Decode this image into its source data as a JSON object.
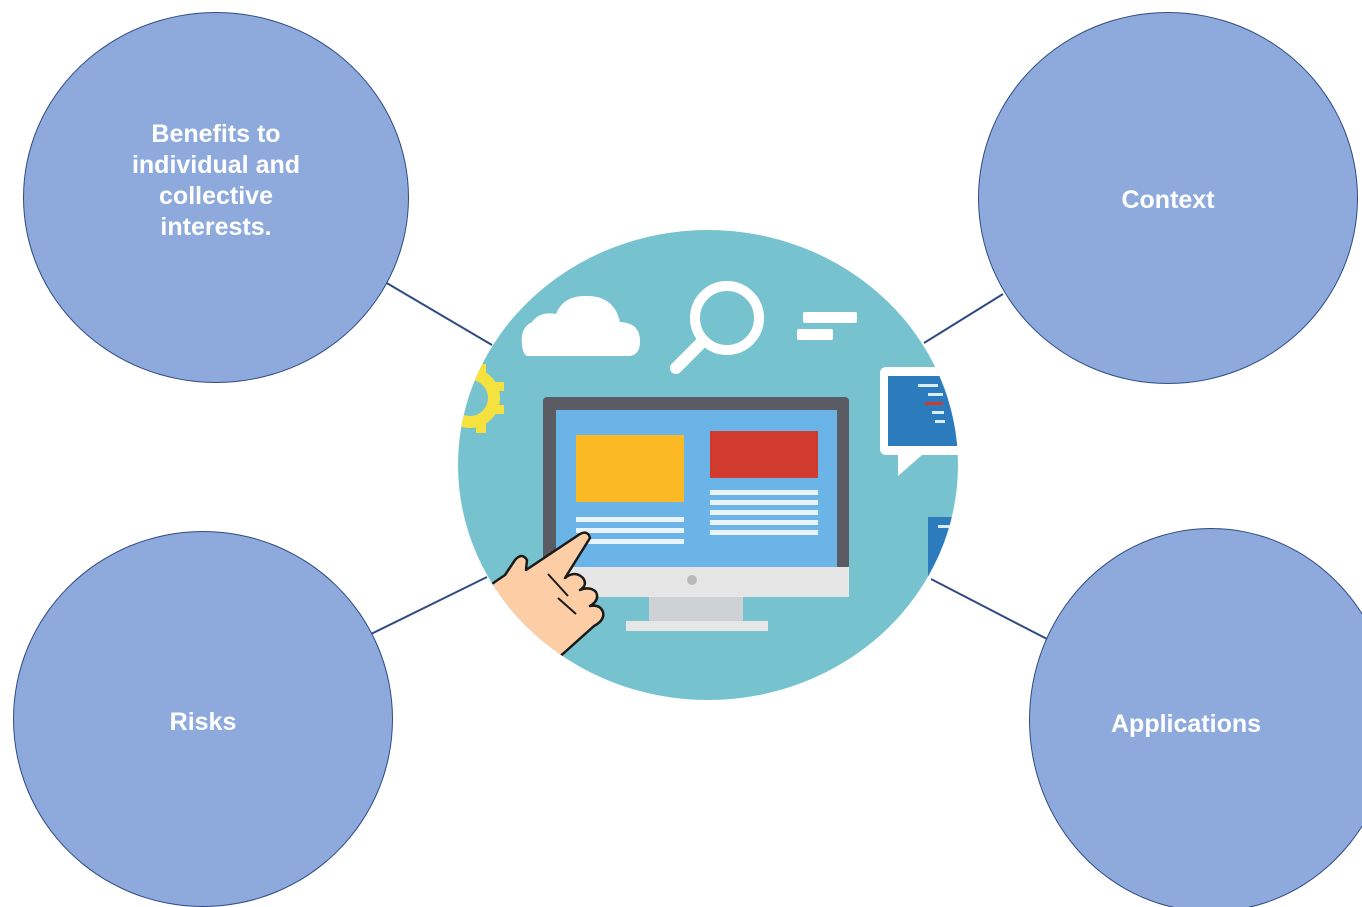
{
  "bubbles": {
    "benefits": "Benefits to\nindividual and\ncollective\ninterests.",
    "context": "Context",
    "risks": "Risks",
    "applications": "Applications"
  },
  "colors": {
    "bubble_fill": "#8eaadc",
    "bubble_border": "#2f4a85",
    "connector": "#2f4a85",
    "illustration_bg": "#76c3cf",
    "monitor_frame": "#5b5b63",
    "monitor_screen": "#6ab4e8",
    "card_yellow": "#fbb924",
    "card_red": "#d13a2e",
    "gear_yellow": "#f6e23e",
    "code_blue": "#2b7bbd",
    "hand_skin": "#fdcda6"
  },
  "illustration": {
    "icons": [
      "cloud-icon",
      "magnifier-icon",
      "menu-lines-icon",
      "gear-icon",
      "monitor-icon",
      "hand-pointer-icon",
      "code-window-icon"
    ]
  }
}
